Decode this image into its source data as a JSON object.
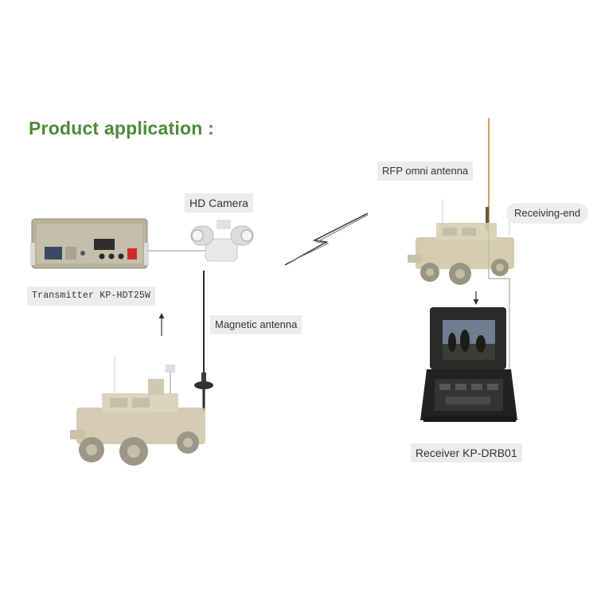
{
  "title": "Product application :",
  "colors": {
    "title": "#4c8a3a",
    "label_bg": "#ececec",
    "vehicle": "#cfc4a6",
    "case": "#2a2a2a"
  },
  "labels": {
    "hd_camera": "HD Camera",
    "rfp_omni_antenna": "RFP omni antenna",
    "receiving_end": "Receiving-end",
    "transmitter": "Transmitter KP-HDT25W",
    "magnetic_antenna": "Magnetic antenna",
    "receiver": "Receiver KP-DRB01"
  },
  "icons": {
    "wireless_link": "lightning-icon",
    "arrow_up": "arrow-up-icon",
    "arrow_down": "arrow-down-icon"
  }
}
